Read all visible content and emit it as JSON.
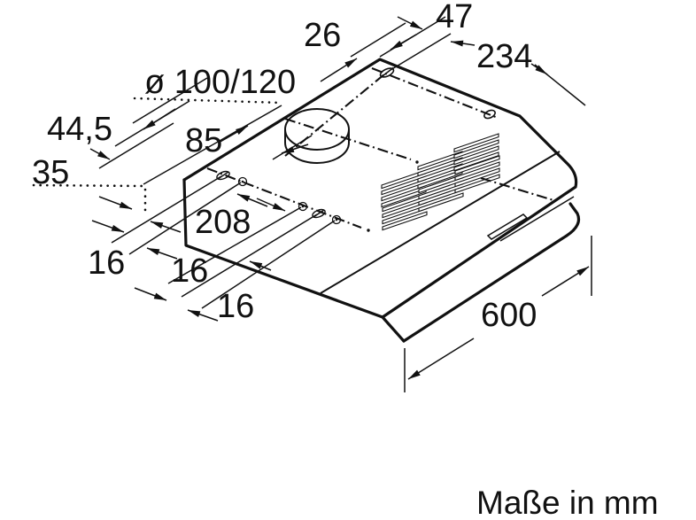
{
  "caption": "Maße in mm",
  "dimensions": {
    "d26": "26",
    "d47": "47",
    "d234": "234",
    "dia": "ø 100/120",
    "d44_5": "44,5",
    "d85": "85",
    "d35": "35",
    "d208": "208",
    "d16_a": "16",
    "d16_b": "16",
    "d16_c": "16",
    "d600": "600"
  },
  "colors": {
    "line": "#111111",
    "background": "#ffffff"
  }
}
